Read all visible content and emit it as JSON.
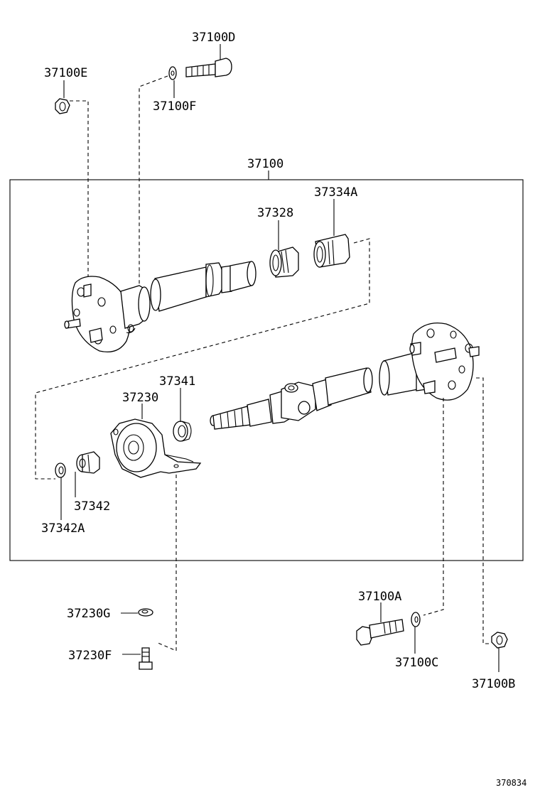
{
  "diagram": {
    "labels": {
      "p37100D": "37100D",
      "p37100E": "37100E",
      "p37100F": "37100F",
      "p37100": "37100",
      "p37334A": "37334A",
      "p37328": "37328",
      "p37341": "37341",
      "p37230": "37230",
      "p37342": "37342",
      "p37342A": "37342A",
      "p37100A": "37100A",
      "p37230G": "37230G",
      "p37230F": "37230F",
      "p37100C": "37100C",
      "p37100B": "37100B"
    },
    "figure_code": "370834"
  }
}
